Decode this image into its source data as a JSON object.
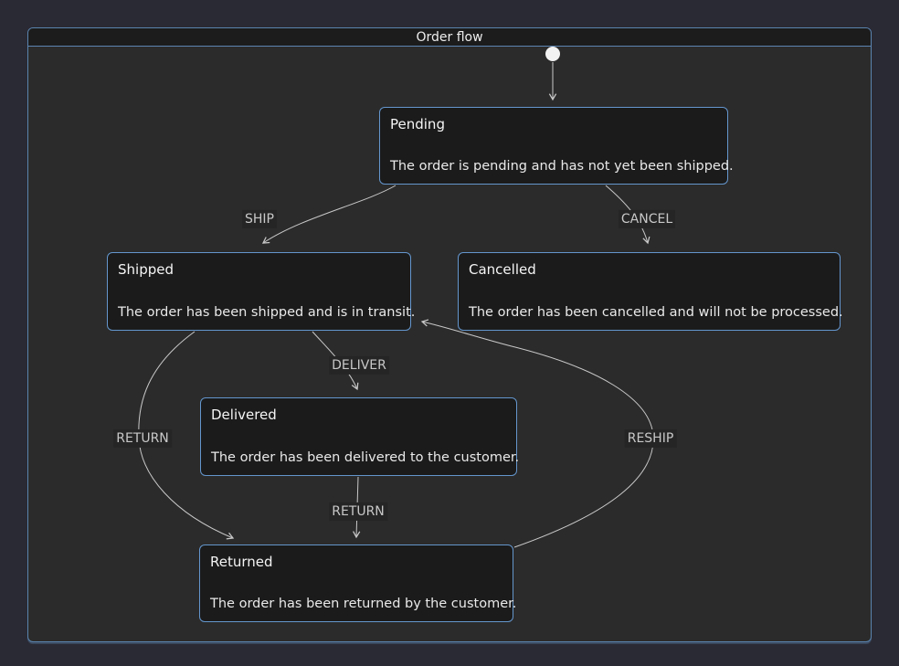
{
  "diagram": {
    "title": "Order flow",
    "initial_marker": "initial-state-dot",
    "states": [
      {
        "id": "pending",
        "name": "Pending",
        "description": "The order is pending and has not yet been shipped."
      },
      {
        "id": "shipped",
        "name": "Shipped",
        "description": "The order has been shipped and is in transit."
      },
      {
        "id": "cancelled",
        "name": "Cancelled",
        "description": "The order has been cancelled and will not be processed."
      },
      {
        "id": "delivered",
        "name": "Delivered",
        "description": "The order has been delivered to the customer."
      },
      {
        "id": "returned",
        "name": "Returned",
        "description": "The order has been returned by the customer."
      }
    ],
    "transitions": [
      {
        "label": "SHIP",
        "from": "Pending",
        "to": "Shipped"
      },
      {
        "label": "CANCEL",
        "from": "Pending",
        "to": "Cancelled"
      },
      {
        "label": "DELIVER",
        "from": "Shipped",
        "to": "Delivered"
      },
      {
        "label": "RETURN",
        "from": "Shipped",
        "to": "Returned"
      },
      {
        "label": "RETURN",
        "from": "Delivered",
        "to": "Returned"
      },
      {
        "label": "RESHIP",
        "from": "Returned",
        "to": "Shipped"
      }
    ],
    "colors": {
      "frame_border": "#5b84b0",
      "state_border": "#6496cd",
      "canvas_bg": "#2b2b2b",
      "state_bg": "#1b1b1b",
      "edge_stroke": "#c9c9c9",
      "outer_bg": "#2a2a34"
    }
  }
}
